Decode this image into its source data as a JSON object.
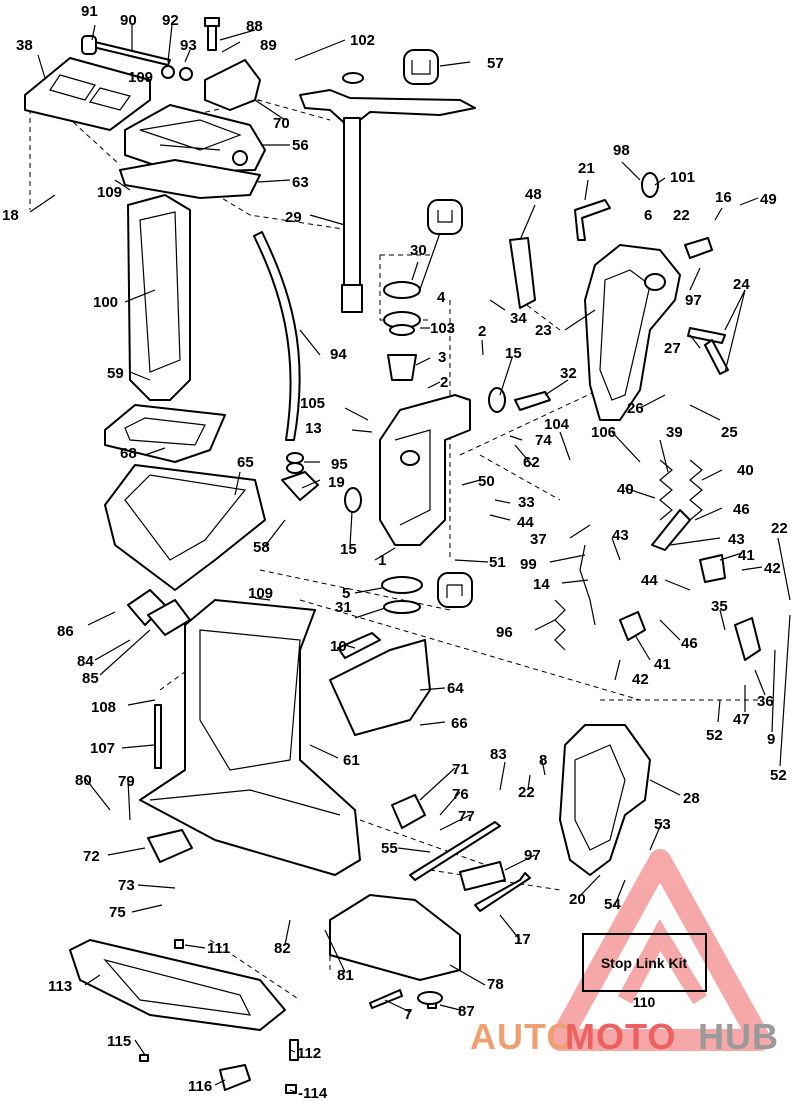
{
  "diagram": {
    "callouts": [
      {
        "id": "c91",
        "text": "91"
      },
      {
        "id": "c90",
        "text": "90"
      },
      {
        "id": "c92",
        "text": "92"
      },
      {
        "id": "c88",
        "text": "88"
      },
      {
        "id": "c89",
        "text": "89"
      },
      {
        "id": "c102",
        "text": "102"
      },
      {
        "id": "c57",
        "text": "57"
      },
      {
        "id": "c38",
        "text": "38"
      },
      {
        "id": "c93",
        "text": "93"
      },
      {
        "id": "c109a",
        "text": "109"
      },
      {
        "id": "c70",
        "text": "70"
      },
      {
        "id": "c56",
        "text": "56"
      },
      {
        "id": "c63",
        "text": "63"
      },
      {
        "id": "c18",
        "text": "18"
      },
      {
        "id": "c109b",
        "text": "109"
      },
      {
        "id": "c29",
        "text": "29"
      },
      {
        "id": "c98",
        "text": "98"
      },
      {
        "id": "c21",
        "text": "21"
      },
      {
        "id": "c101",
        "text": "101"
      },
      {
        "id": "c48",
        "text": "48"
      },
      {
        "id": "c16",
        "text": "16"
      },
      {
        "id": "c49",
        "text": "49"
      },
      {
        "id": "c6",
        "text": "6"
      },
      {
        "id": "c22a",
        "text": "22"
      },
      {
        "id": "c30",
        "text": "30"
      },
      {
        "id": "c4",
        "text": "4"
      },
      {
        "id": "c100",
        "text": "100"
      },
      {
        "id": "c97a",
        "text": "97"
      },
      {
        "id": "c24",
        "text": "24"
      },
      {
        "id": "c34",
        "text": "34"
      },
      {
        "id": "c23",
        "text": "23"
      },
      {
        "id": "c103",
        "text": "103"
      },
      {
        "id": "c2a",
        "text": "2"
      },
      {
        "id": "c94",
        "text": "94"
      },
      {
        "id": "c27",
        "text": "27"
      },
      {
        "id": "c3",
        "text": "3"
      },
      {
        "id": "c15a",
        "text": "15"
      },
      {
        "id": "c59",
        "text": "59"
      },
      {
        "id": "c2b",
        "text": "2"
      },
      {
        "id": "c32",
        "text": "32"
      },
      {
        "id": "c105",
        "text": "105"
      },
      {
        "id": "c26",
        "text": "26"
      },
      {
        "id": "c25",
        "text": "25"
      },
      {
        "id": "c104",
        "text": "104"
      },
      {
        "id": "c13",
        "text": "13"
      },
      {
        "id": "c74",
        "text": "74"
      },
      {
        "id": "c106",
        "text": "106"
      },
      {
        "id": "c39",
        "text": "39"
      },
      {
        "id": "c68",
        "text": "68"
      },
      {
        "id": "c62",
        "text": "62"
      },
      {
        "id": "c95",
        "text": "95"
      },
      {
        "id": "c40a",
        "text": "40"
      },
      {
        "id": "c65",
        "text": "65"
      },
      {
        "id": "c19",
        "text": "19"
      },
      {
        "id": "c50",
        "text": "50"
      },
      {
        "id": "c40b",
        "text": "40"
      },
      {
        "id": "c46a",
        "text": "46"
      },
      {
        "id": "c33",
        "text": "33"
      },
      {
        "id": "c44a",
        "text": "44"
      },
      {
        "id": "c58",
        "text": "58"
      },
      {
        "id": "c15b",
        "text": "15"
      },
      {
        "id": "c37",
        "text": "37"
      },
      {
        "id": "c43a",
        "text": "43"
      },
      {
        "id": "c43b",
        "text": "43"
      },
      {
        "id": "c22b",
        "text": "22"
      },
      {
        "id": "c1",
        "text": "1"
      },
      {
        "id": "c99",
        "text": "99"
      },
      {
        "id": "c51",
        "text": "51"
      },
      {
        "id": "c41a",
        "text": "41"
      },
      {
        "id": "c42a",
        "text": "42"
      },
      {
        "id": "c5",
        "text": "5"
      },
      {
        "id": "c14",
        "text": "14"
      },
      {
        "id": "c44b",
        "text": "44"
      },
      {
        "id": "c109c",
        "text": "109"
      },
      {
        "id": "c31",
        "text": "31"
      },
      {
        "id": "c35",
        "text": "35"
      },
      {
        "id": "c86",
        "text": "86"
      },
      {
        "id": "c96",
        "text": "96"
      },
      {
        "id": "c46b",
        "text": "46"
      },
      {
        "id": "c10",
        "text": "10"
      },
      {
        "id": "c84",
        "text": "84"
      },
      {
        "id": "c41b",
        "text": "41"
      },
      {
        "id": "c85",
        "text": "85"
      },
      {
        "id": "c42b",
        "text": "42"
      },
      {
        "id": "c64",
        "text": "64"
      },
      {
        "id": "c36",
        "text": "36"
      },
      {
        "id": "c108",
        "text": "108"
      },
      {
        "id": "c47",
        "text": "47"
      },
      {
        "id": "c66",
        "text": "66"
      },
      {
        "id": "c52a",
        "text": "52"
      },
      {
        "id": "c9",
        "text": "9"
      },
      {
        "id": "c107",
        "text": "107"
      },
      {
        "id": "c61",
        "text": "61"
      },
      {
        "id": "c8",
        "text": "8"
      },
      {
        "id": "c83",
        "text": "83"
      },
      {
        "id": "c52b",
        "text": "52"
      },
      {
        "id": "c71",
        "text": "71"
      },
      {
        "id": "c80",
        "text": "80"
      },
      {
        "id": "c79",
        "text": "79"
      },
      {
        "id": "c22c",
        "text": "22"
      },
      {
        "id": "c28",
        "text": "28"
      },
      {
        "id": "c76",
        "text": "76"
      },
      {
        "id": "c77",
        "text": "77"
      },
      {
        "id": "c53",
        "text": "53"
      },
      {
        "id": "c72",
        "text": "72"
      },
      {
        "id": "c55",
        "text": "55"
      },
      {
        "id": "c97b",
        "text": "97"
      },
      {
        "id": "c73",
        "text": "73"
      },
      {
        "id": "c20",
        "text": "20"
      },
      {
        "id": "c54",
        "text": "54"
      },
      {
        "id": "c75",
        "text": "75"
      },
      {
        "id": "c17",
        "text": "17"
      },
      {
        "id": "c111",
        "text": "111"
      },
      {
        "id": "c82",
        "text": "82"
      },
      {
        "id": "c113",
        "text": "113"
      },
      {
        "id": "c81",
        "text": "81"
      },
      {
        "id": "c78",
        "text": "78"
      },
      {
        "id": "c87",
        "text": "87"
      },
      {
        "id": "c7",
        "text": "7"
      },
      {
        "id": "c115",
        "text": "115"
      },
      {
        "id": "c112",
        "text": "112"
      },
      {
        "id": "c116",
        "text": "116"
      },
      {
        "id": "c114",
        "text": "-114"
      }
    ],
    "kit": {
      "label": "Stop Link Kit",
      "number": "110"
    },
    "watermark": {
      "part1": "AUTO",
      "part2": "MOTO",
      "part3": "HUB",
      "colors": {
        "auto": "#f0a070",
        "moto": "#ee6060",
        "hub": "#9a9a9a",
        "triangle": "#f06060"
      }
    }
  }
}
